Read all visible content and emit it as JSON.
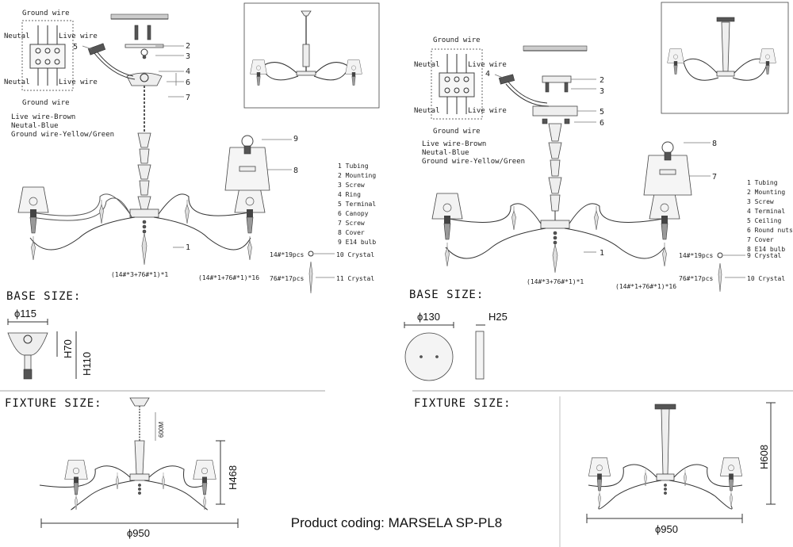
{
  "wiring": {
    "ground_wire": "Ground wire",
    "neutal": "Neutal",
    "live_wire": "Live wire",
    "legend": [
      "Live wire-Brown",
      "Neutal-Blue",
      "Ground wire-Yellow/Green"
    ]
  },
  "left": {
    "callouts": [
      "1",
      "2",
      "3",
      "4",
      "5",
      "6",
      "7",
      "8",
      "9"
    ],
    "parts": [
      "1 Tubing",
      "2 Mounting",
      "3 Screw",
      "4 Ring",
      "5 Terminal",
      "6 Canopy",
      "7 Screw",
      "8 Cover",
      "9 E14 bulb"
    ],
    "crystal_small": {
      "qty": "14#*19pcs",
      "label": "10 Crystal"
    },
    "crystal_long": {
      "qty": "76#*17pcs",
      "label": "11 Crystal"
    },
    "chain_top": "(14#*3+76#*1)*1",
    "chain_arm": "(14#*1+76#*1)*16",
    "base_title": "BASE SIZE:",
    "base_dia": "ϕ115",
    "base_h1": "H70",
    "base_h2": "H110",
    "fixture_title": "FIXTURE SIZE:",
    "fixture_chain": "600M",
    "fixture_h": "H468",
    "fixture_w": "ϕ950"
  },
  "right": {
    "callouts": [
      "1",
      "2",
      "3",
      "4",
      "5",
      "6",
      "7",
      "8"
    ],
    "parts": [
      "1 Tubing",
      "2 Mounting",
      "3 Screw",
      "4 Terminal",
      "5 Ceiling",
      "6 Round nuts",
      "7 Cover",
      "8 E14 bulb"
    ],
    "crystal_small": {
      "qty": "14#*19pcs",
      "label": "9 Crystal"
    },
    "crystal_long": {
      "qty": "76#*17pcs",
      "label": "10 Crystal"
    },
    "chain_top": "(14#*3+76#*1)*1",
    "chain_arm": "(14#*1+76#*1)*16",
    "base_title": "BASE SIZE:",
    "base_dia": "ϕ130",
    "base_h": "H25",
    "fixture_title": "FIXTURE SIZE:",
    "fixture_h": "H608",
    "fixture_w": "ϕ950"
  },
  "product_coding": "Product coding: MARSELA SP-PL8"
}
